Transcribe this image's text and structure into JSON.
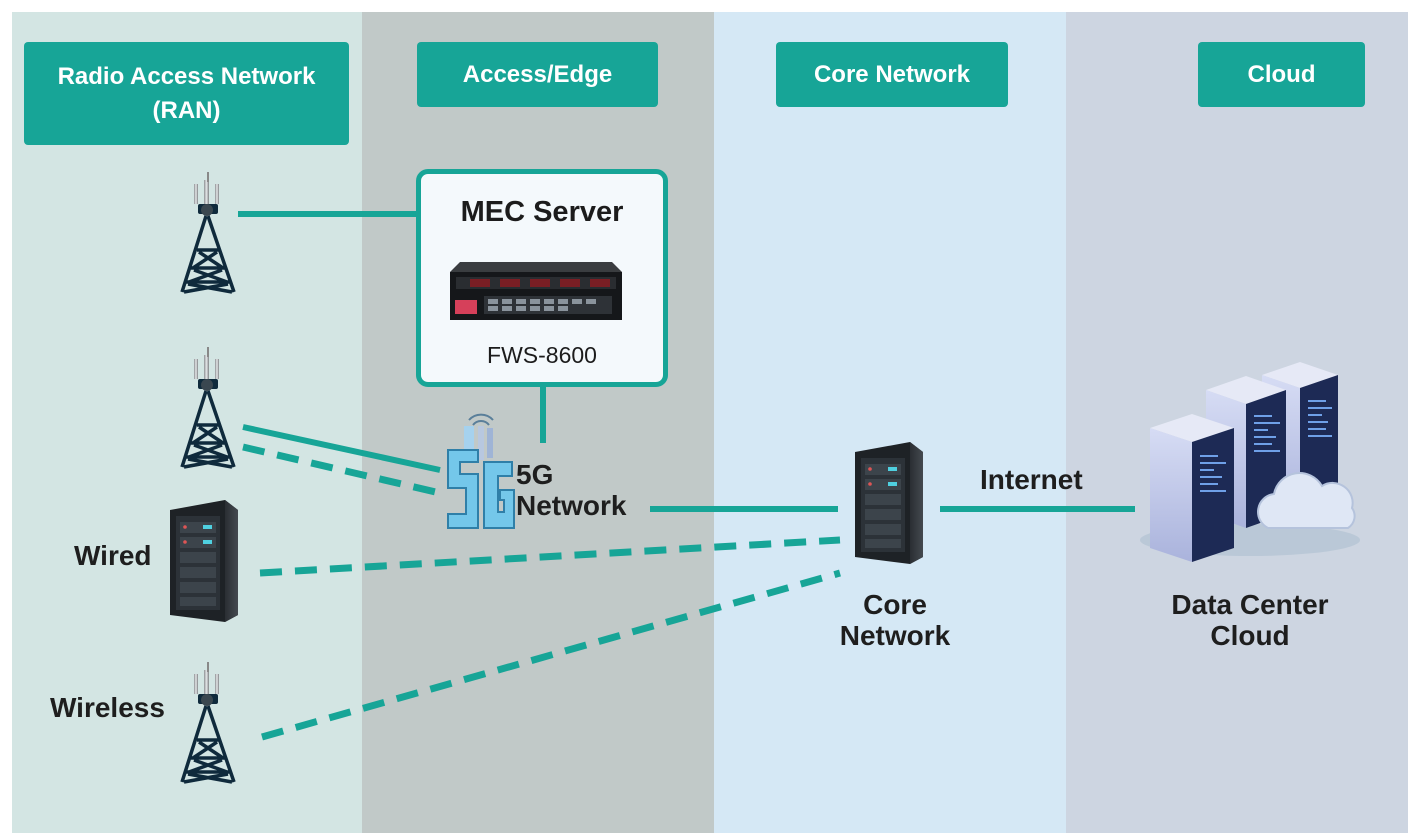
{
  "columns": {
    "ran": {
      "title_line1": "Radio Access Network",
      "title_line2": "(RAN)",
      "bg": "#d3e5e3"
    },
    "edge": {
      "title": "Access/Edge",
      "bg": "#c1c9c8"
    },
    "core": {
      "title": "Core Network",
      "bg": "#d5e8f5"
    },
    "cloud": {
      "title": "Cloud",
      "bg": "#cdd5e1"
    }
  },
  "accent": "#17a597",
  "mec": {
    "title": "MEC Server",
    "model": "FWS-8600"
  },
  "labels": {
    "wired": "Wired",
    "wireless": "Wireless",
    "fiveg_line1": "5G",
    "fiveg_line2": "Network",
    "internet": "Internet",
    "core_line1": "Core",
    "core_line2": "Network",
    "dc_line1": "Data Center",
    "dc_line2": "Cloud"
  },
  "icons": {
    "tower": "cell-tower-icon",
    "rack": "server-rack-icon",
    "mec_device": "network-appliance-icon",
    "fiveg": "5g-antenna-icon",
    "cloud": "data-center-cloud-icon"
  }
}
